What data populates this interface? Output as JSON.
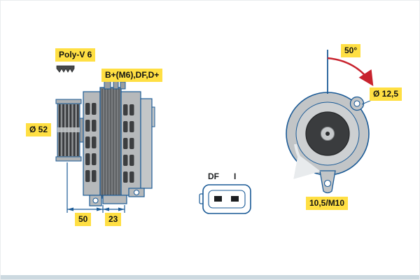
{
  "diagram": {
    "type": "alternator-technical-drawing",
    "labels": {
      "belt_type": "Poly-V 6",
      "terminals": "B+(M6),DF,D+",
      "pulley_diameter": "Ø 52",
      "dim_50": "50",
      "dim_23": "23",
      "angle": "50°",
      "hole_diameter": "Ø 12,5",
      "mounting": "10,5/M10",
      "connector_df": "DF",
      "connector_i": "I"
    },
    "colors": {
      "outline_blue": "#1a5a96",
      "label_yellow": "#ffdf43",
      "arrow_red": "#c8232e",
      "metal_gray": "#bcbfc1",
      "dark_gray": "#3a3c3e"
    }
  }
}
